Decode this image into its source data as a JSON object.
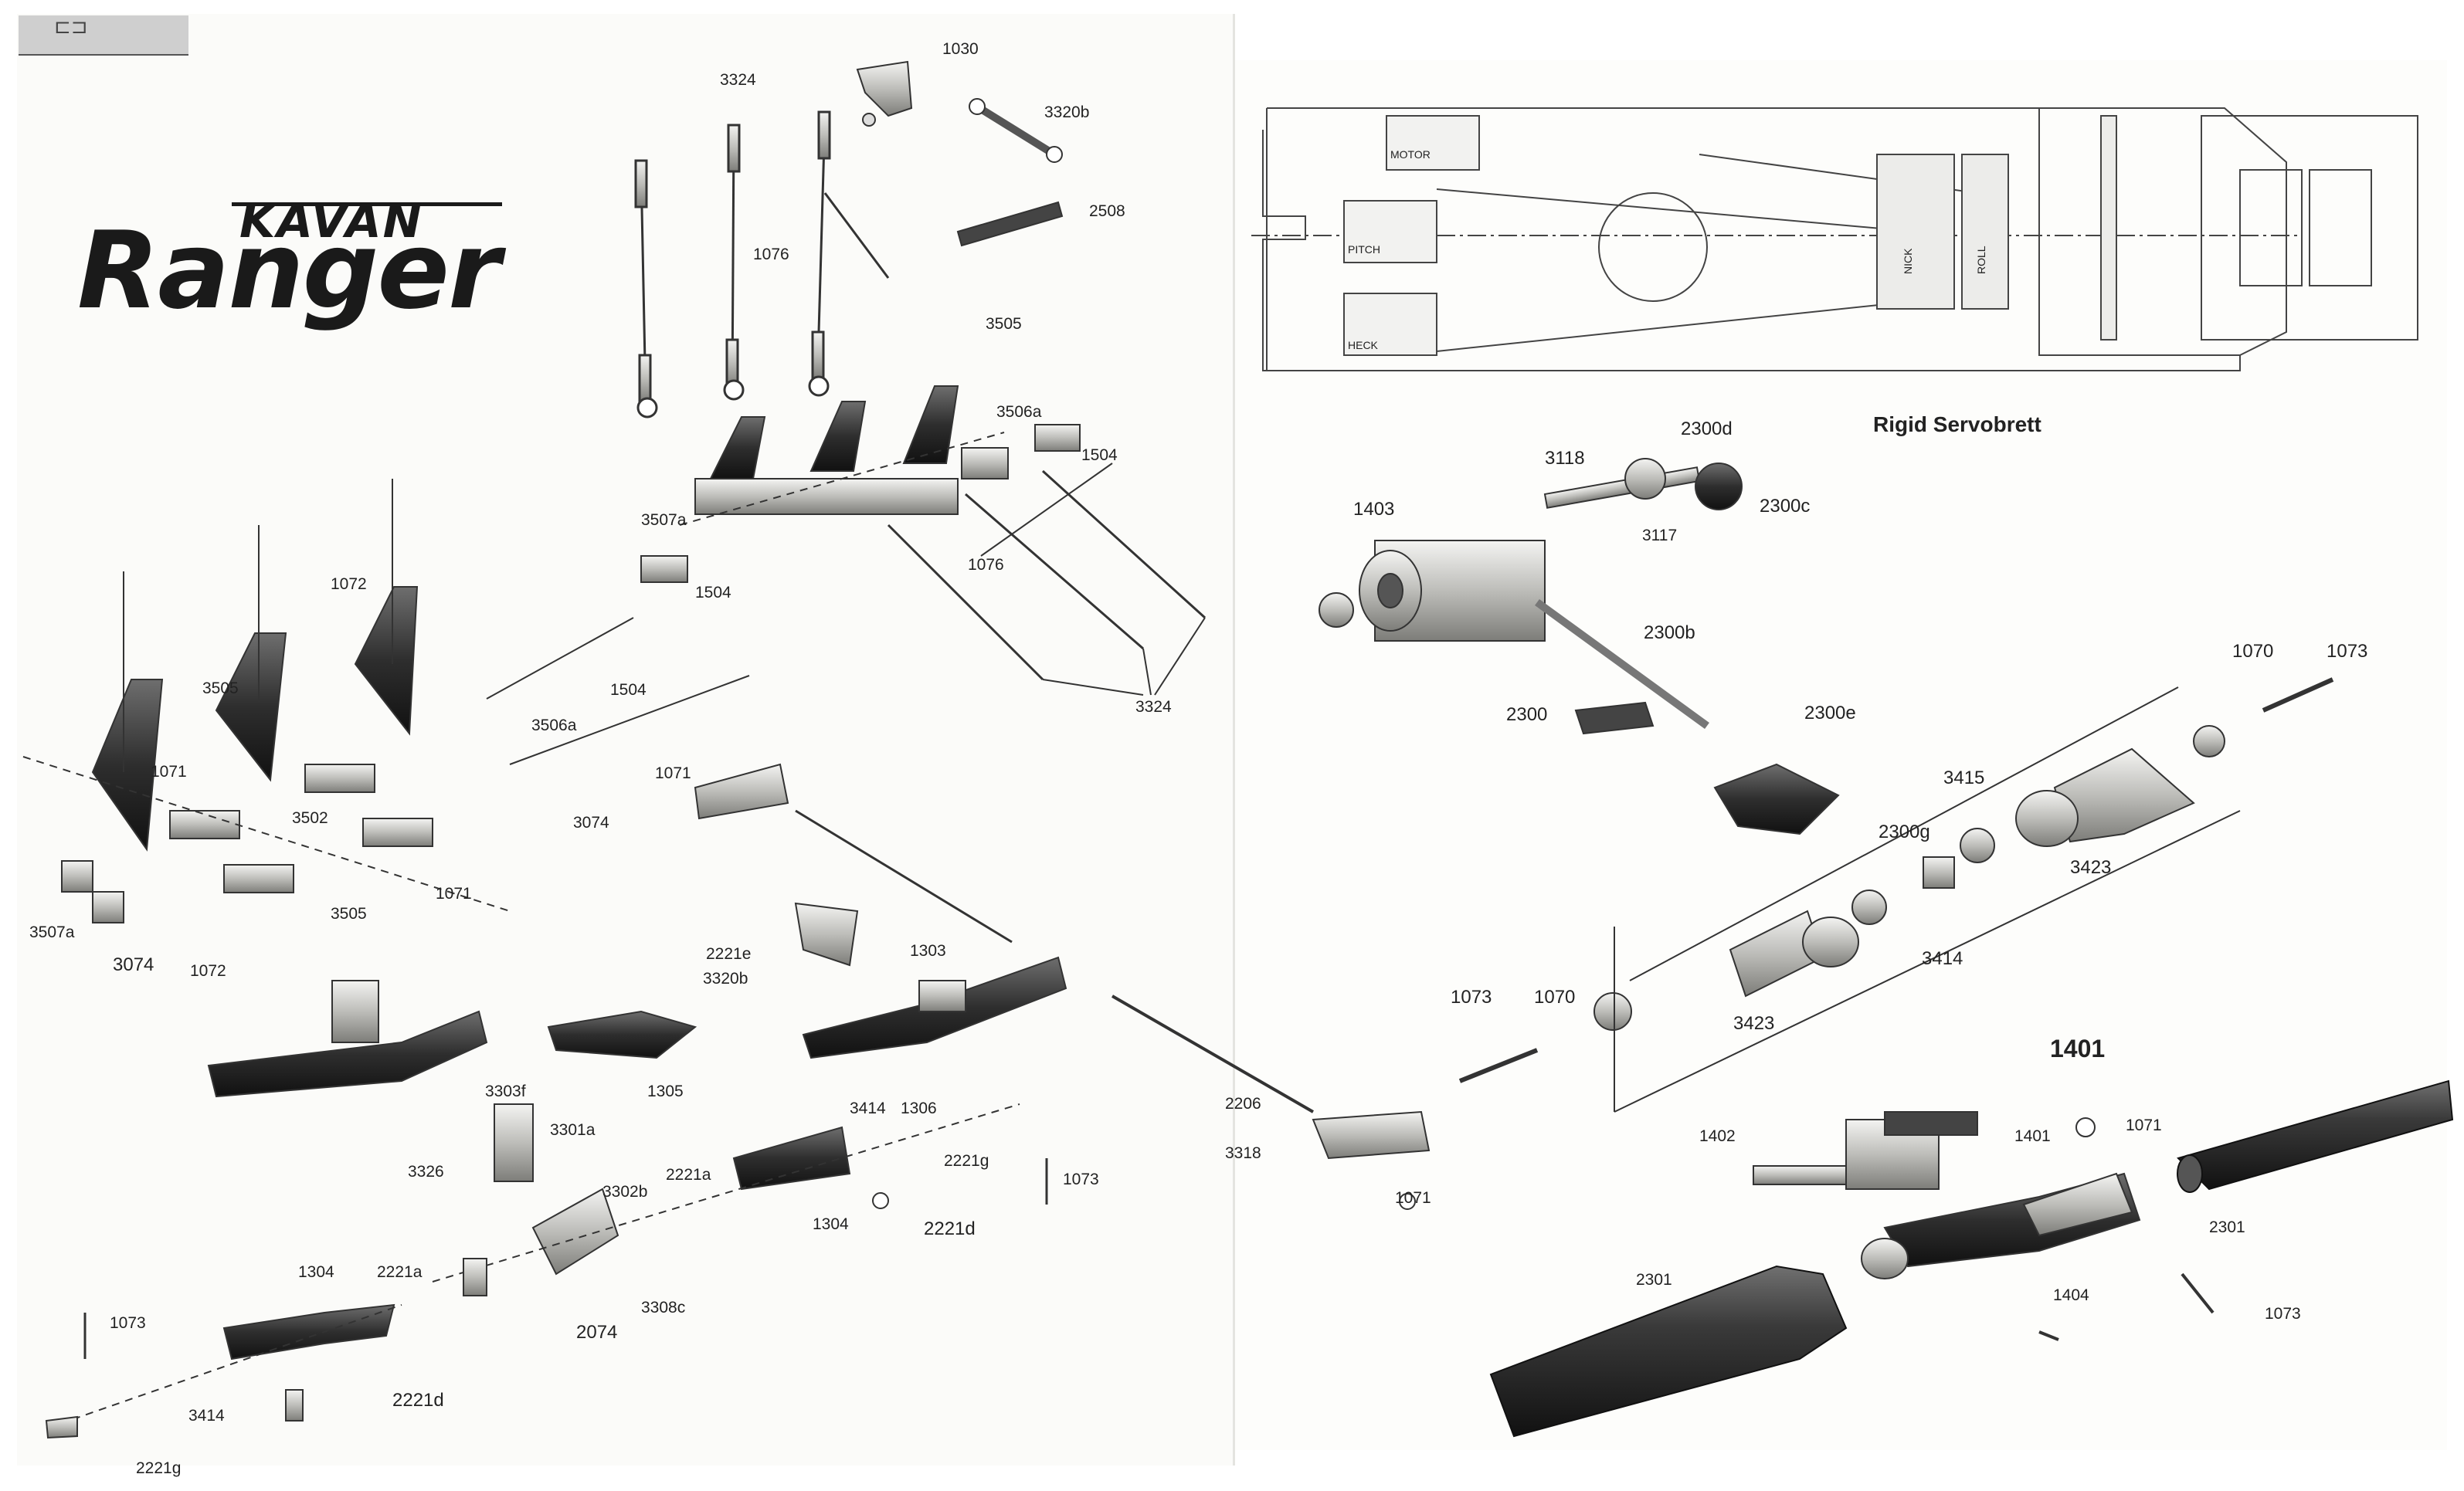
{
  "logo": {
    "brand": "KAVAN",
    "model": "Ranger"
  },
  "servo_diagram": {
    "title": "Rigid Servobrett",
    "servo_labels": [
      "MOTOR",
      "PITCH",
      "HECK",
      "NICK",
      "ROLL"
    ]
  },
  "assembly_title": "1401",
  "part_labels": [
    "1030",
    "3320b",
    "3324",
    "2508",
    "1076",
    "3505",
    "3506a",
    "1504",
    "3507a",
    "1504",
    "1076",
    "3324",
    "1072",
    "3505",
    "3506a",
    "1504",
    "1071",
    "3502",
    "3074",
    "3505",
    "1071",
    "3507a",
    "3074",
    "1072",
    "1071",
    "2221e",
    "3320b",
    "1303",
    "1305",
    "3303f",
    "3301a",
    "3326",
    "3302b",
    "2221a",
    "3414",
    "1306",
    "2221g",
    "1073",
    "1304",
    "2221d",
    "3308c",
    "2074",
    "2206",
    "3318",
    "1071",
    "1304",
    "2221a",
    "1073",
    "3414",
    "2221d",
    "2221g",
    "3118",
    "2300d",
    "1403",
    "2300c",
    "3117",
    "2300b",
    "2300",
    "2300e",
    "1070",
    "1073",
    "3415",
    "2300g",
    "3423",
    "3414",
    "3423",
    "1073",
    "1070",
    "1402",
    "1401",
    "1071",
    "2301",
    "1404",
    "1073",
    "2301"
  ],
  "icons": [
    "tool-icon",
    "washer-icon",
    "screw-icon",
    "servo-icon",
    "rotor-blade-icon"
  ]
}
